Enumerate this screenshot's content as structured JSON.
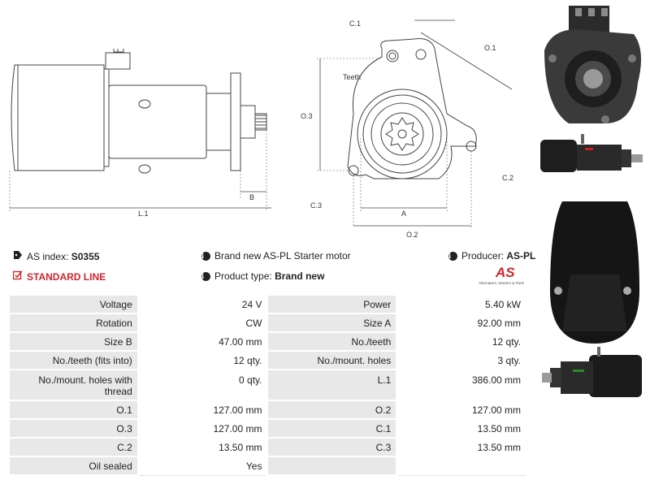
{
  "diagram": {
    "dimension_labels": [
      "L.1",
      "B",
      "C.1",
      "O.1",
      "Teeth",
      "O.3",
      "C.3",
      "C.2",
      "A",
      "O.2"
    ]
  },
  "info": {
    "as_index_label": "AS index:",
    "as_index_value": "S0355",
    "description": "Brand new AS-PL Starter motor",
    "producer_label": "Producer:",
    "producer_value": "AS-PL",
    "line": "STANDARD LINE",
    "product_type_label": "Product type:",
    "product_type_value": "Brand new"
  },
  "logo": {
    "mark": "AS",
    "tagline": "Alternators, Starters & Parts"
  },
  "specs": [
    {
      "k1": "Voltage",
      "v1": "24 V",
      "k2": "Power",
      "v2": "5.40 kW"
    },
    {
      "k1": "Rotation",
      "v1": "CW",
      "k2": "Size A",
      "v2": "92.00 mm"
    },
    {
      "k1": "Size B",
      "v1": "47.00 mm",
      "k2": "No./teeth",
      "v2": "12 qty."
    },
    {
      "k1": "No./teeth (fits into)",
      "v1": "12 qty.",
      "k2": "No./mount. holes",
      "v2": "3 qty."
    },
    {
      "k1": "No./mount. holes with thread",
      "v1": "0 qty.",
      "k2": "L.1",
      "v2": "386.00 mm"
    },
    {
      "k1": "O.1",
      "v1": "127.00 mm",
      "k2": "O.2",
      "v2": "127.00 mm"
    },
    {
      "k1": "O.3",
      "v1": "127.00 mm",
      "k2": "C.1",
      "v2": "13.50 mm"
    },
    {
      "k1": "C.2",
      "v1": "13.50 mm",
      "k2": "C.3",
      "v2": "13.50 mm"
    },
    {
      "k1": "Oil sealed",
      "v1": "Yes",
      "k2": "",
      "v2": ""
    }
  ],
  "colors": {
    "accent_red": "#d0262d",
    "table_key_bg": "#e8e8e8",
    "icon_dark": "#222222"
  }
}
